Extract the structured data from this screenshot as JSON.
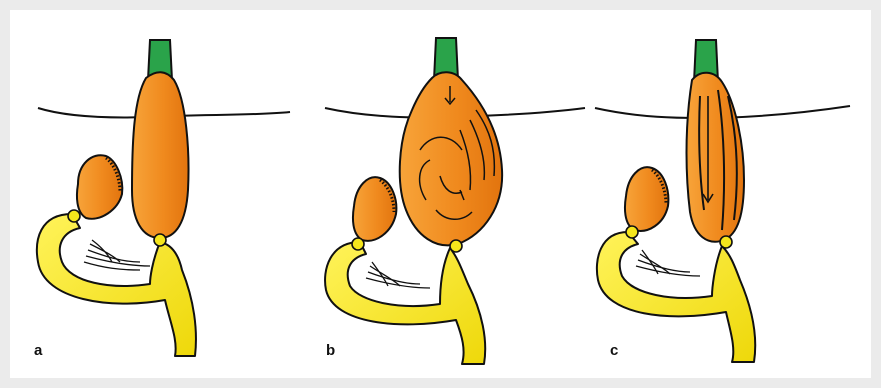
{
  "figure": {
    "panels": [
      {
        "label": "a"
      },
      {
        "label": "b"
      },
      {
        "label": "c"
      }
    ]
  },
  "colors": {
    "background": "#ebebeb",
    "panel": "#ffffff",
    "organ_orange": "#f08a1e",
    "organ_highlight": "#fbb04a",
    "ureter_yellow": "#f5e61c",
    "stalk_green": "#2aa34a",
    "outline": "#111111"
  }
}
